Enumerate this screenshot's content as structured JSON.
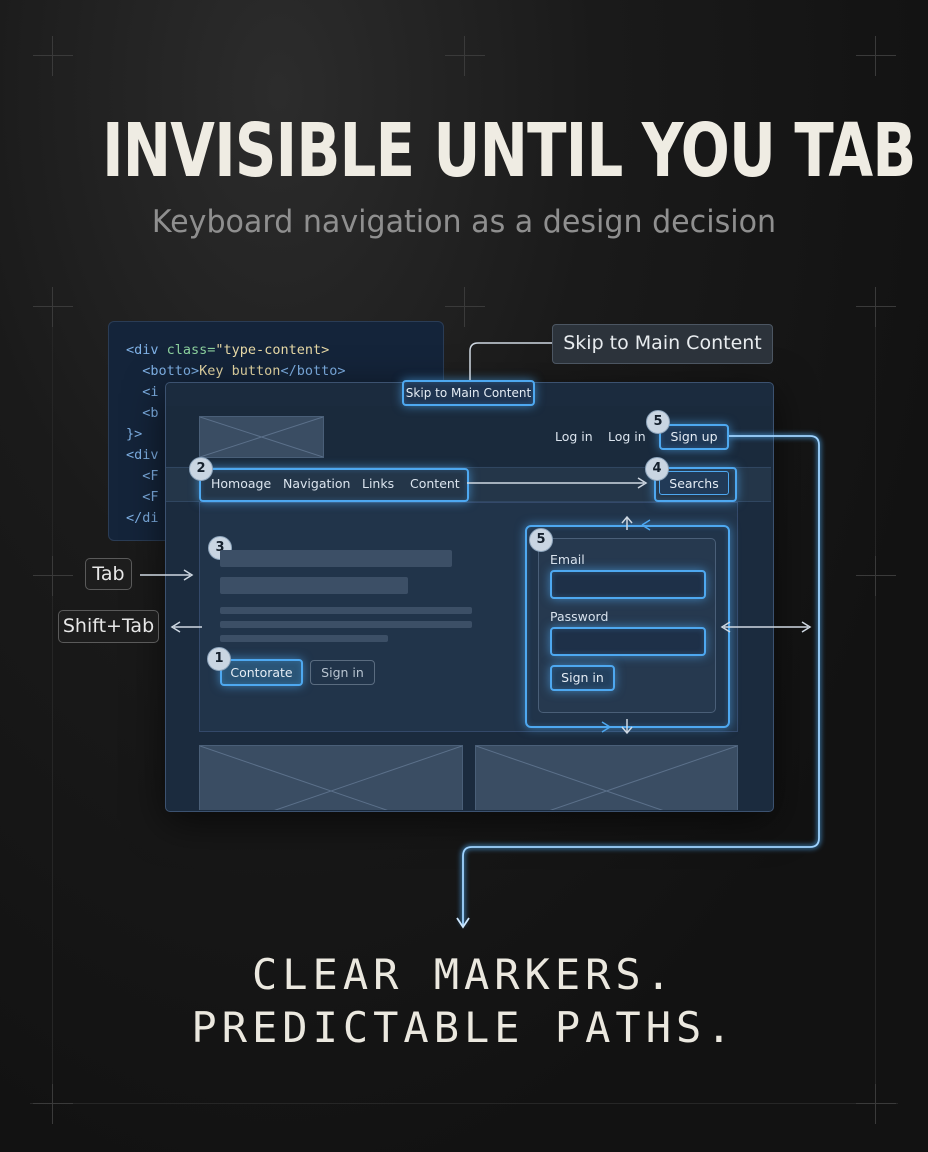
{
  "headline": "INVISIBLE UNTIL YOU TAB",
  "subhead": "Keyboard navigation as a design decision",
  "code_lines": [
    {
      "a": "<div ",
      "b": "class=",
      "c": "\"type-content>",
      "d": ""
    },
    {
      "a": "  <botto>",
      "b": "",
      "c": "",
      "d": "Key button"
    },
    {
      "a": "  <i",
      "b": "",
      "c": "",
      "d": ""
    },
    {
      "a": "  <b",
      "b": "",
      "c": "",
      "d": ""
    },
    {
      "a": "}>",
      "b": "",
      "c": "",
      "d": ""
    },
    {
      "a": "<div",
      "b": "",
      "c": "",
      "d": ""
    },
    {
      "a": "  <F",
      "b": "",
      "c": "",
      "d": ""
    },
    {
      "a": "  <F",
      "b": "",
      "c": "",
      "d": ""
    },
    {
      "a": "</di",
      "b": "",
      "c": "",
      "d": ""
    }
  ],
  "code_close_tag": "</botto>",
  "skip_link_callout": "Skip to Main Content",
  "skip_link_focused": "Skip to Main Content",
  "header": {
    "login_1": "Log in",
    "login_2": "Log in",
    "signup": "Sign up"
  },
  "nav": {
    "items": [
      "Homoage",
      "Navigation",
      "Links",
      "Content"
    ],
    "search": "Searchs"
  },
  "form": {
    "email_label": "Email",
    "password_label": "Password",
    "submit": "Sign in"
  },
  "actions": {
    "primary": "Contorate",
    "secondary": "Sign in"
  },
  "badges": {
    "nav": "2",
    "content": "3",
    "primary": "1",
    "search": "4",
    "signup": "5",
    "form": "5"
  },
  "keys": {
    "tab": "Tab",
    "shift_tab": "Shift+Tab"
  },
  "closing": {
    "line1": "CLEAR MARKERS.",
    "line2": "PREDICTABLE PATHS."
  },
  "colors": {
    "focus_ring": "#4ea8f0",
    "background": "#141414",
    "panel": "#1b2b3e"
  }
}
